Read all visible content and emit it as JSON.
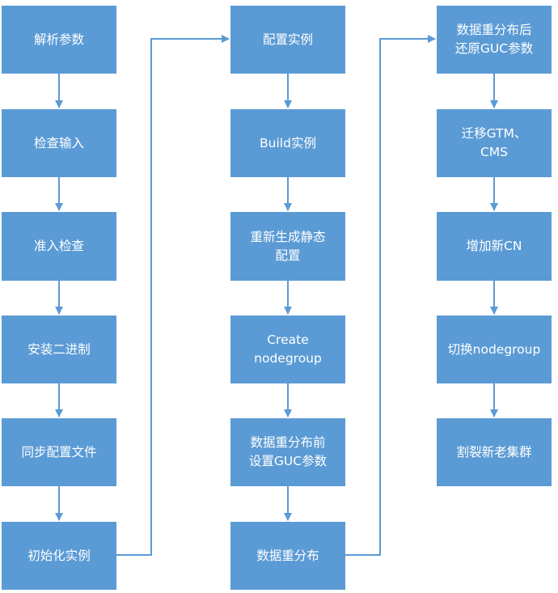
{
  "colors": {
    "box": "#5b9bd5",
    "arrow": "#5b9bd5",
    "text": "#ffffff"
  },
  "columns": [
    {
      "steps": [
        "解析参数",
        "检查输入",
        "准入检查",
        "安装二进制",
        "同步配置文件",
        "初始化实例"
      ]
    },
    {
      "steps": [
        "配置实例",
        "Build实例",
        "重新生成静态\n配置",
        "Create\nnodegroup",
        "数据重分布前\n设置GUC参数",
        "数据重分布"
      ]
    },
    {
      "steps": [
        "数据重分布后\n还原GUC参数",
        "迁移GTM、\nCMS",
        "增加新CN",
        "切换nodegroup",
        "割裂新老集群"
      ]
    }
  ]
}
